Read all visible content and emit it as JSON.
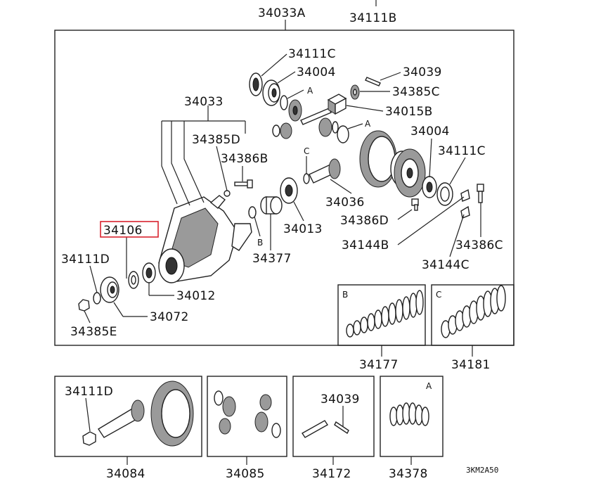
{
  "labels": {
    "l34033A": "34033A",
    "l34111B": "34111B",
    "l34111C_top": "34111C",
    "l34004_top": "34004",
    "l34039_top": "34039",
    "l34385C": "34385C",
    "l34015B": "34015B",
    "l34033": "34033",
    "l34385D": "34385D",
    "l34386B": "34386B",
    "l34004_mid": "34004",
    "l34111C_mid": "34111C",
    "l34036": "34036",
    "l34386D": "34386D",
    "l34013": "34013",
    "l34144B": "34144B",
    "l34386C": "34386C",
    "l34144C": "34144C",
    "l34377": "34377",
    "l34106": "34106",
    "l34111D_left": "34111D",
    "l34012": "34012",
    "l34072": "34072",
    "l34385E": "34385E",
    "l34177": "34177",
    "l34181": "34181",
    "l34111D_bottom": "34111D",
    "l34084": "34084",
    "l34085": "34085",
    "l34039_bottom": "34039",
    "l34172": "34172",
    "l34378": "34378"
  },
  "callouts": {
    "A1": "A",
    "A2": "A",
    "A3": "A",
    "B1": "B",
    "B2": "B",
    "C1": "C",
    "C2": "C"
  },
  "diagram_code": "3KM2A50",
  "highlight_color": "#d9232e"
}
